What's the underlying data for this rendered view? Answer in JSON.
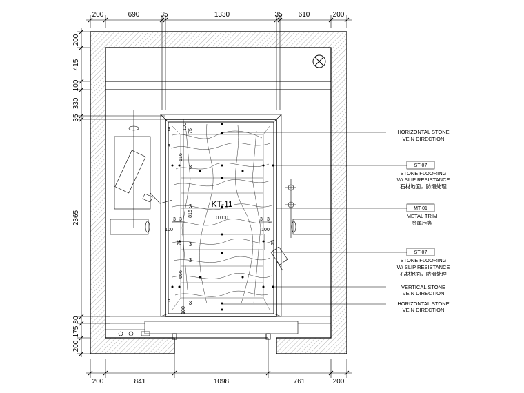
{
  "dimensions_top": [
    "200",
    "690",
    "35",
    "1330",
    "35",
    "610",
    "200"
  ],
  "dimensions_bottom": [
    "200",
    "841",
    "1098",
    "761",
    "200"
  ],
  "dimensions_left": [
    "200",
    "415",
    "100",
    "330",
    "35",
    "2365",
    "175",
    "80",
    "200"
  ],
  "plan": {
    "title": "KT-11",
    "level": "0.000",
    "inner_dims": {
      "d100a": "100",
      "d75a": "75",
      "d516": "516",
      "d815": "815",
      "d75b": "75",
      "d666": "666",
      "d100b": "100",
      "d100_left": "100",
      "d100_right": "100",
      "d75_right": "75",
      "section_left": "3",
      "section_right": "3",
      "section_sep_left": "3",
      "section_sep_right": "3"
    },
    "section_small_marks": [
      "3",
      "3",
      "3",
      "3",
      "3",
      "3",
      "3",
      "3"
    ]
  },
  "callouts": [
    {
      "code": "",
      "line1": "HORIZONTAL STONE",
      "line2": "VEIN DIRECTION",
      "cn": ""
    },
    {
      "code": "ST-07",
      "line1": "STONE FLOORING",
      "line2": "W/ SLIP RESISTANCE",
      "cn": "石材地面，防滑处理"
    },
    {
      "code": "MT-01",
      "line1": "METAL TRIM",
      "line2": "",
      "cn": "金属压条"
    },
    {
      "code": "ST-07",
      "line1": "STONE FLOORING",
      "line2": "W/ SLIP RESISTANCE",
      "cn": "石材地面，防滑处理"
    },
    {
      "code": "",
      "line1": "VERTICAL STONE",
      "line2": "VEIN DIRECTION",
      "cn": ""
    },
    {
      "code": "",
      "line1": "HORIZONTAL STONE",
      "line2": "VEIN DIRECTION",
      "cn": ""
    }
  ],
  "icons": {
    "floor_drain": "floor-drain-icon"
  }
}
